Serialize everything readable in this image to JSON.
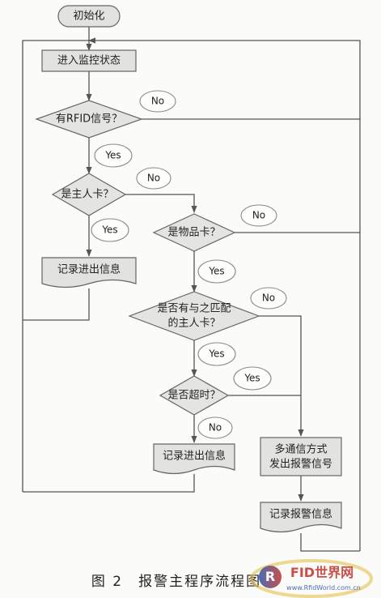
{
  "flowchart": {
    "nodes": {
      "start": "初始化",
      "monitor": "进入监控状态",
      "rfid": "有RFID信号？",
      "master_card": "是主人卡？",
      "item_card": "是物品卡？",
      "match_1": "是否有与之匹配",
      "match_2": "的主人卡？",
      "timeout": "是否超时？",
      "record_io_1": "记录进出信息",
      "record_io_2": "记录进出信息",
      "alarm_1": "多通信方式",
      "alarm_2": "发出报警信号",
      "record_alarm": "记录报警信息"
    },
    "edge_labels": {
      "rfid_no": "No",
      "rfid_yes": "Yes",
      "master_no": "No",
      "master_yes": "Yes",
      "item_no": "No",
      "item_yes": "Yes",
      "match_no": "No",
      "match_yes": "Yes",
      "timeout_yes": "Yes",
      "timeout_no": "No"
    }
  },
  "caption": "图 2　报警主程序流程图",
  "watermark": {
    "logo_text": "RFID世界网",
    "url": "www.RfidWorld.com.cn"
  }
}
